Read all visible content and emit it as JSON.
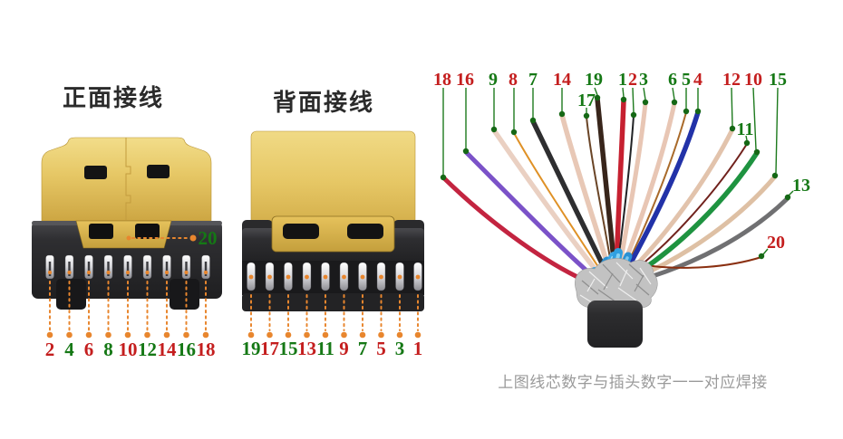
{
  "front_connector": {
    "title": "正面接线",
    "pin20": {
      "label": "20",
      "color": "green"
    },
    "pin_numbers": [
      {
        "label": "2",
        "color": "red"
      },
      {
        "label": "4",
        "color": "green"
      },
      {
        "label": "6",
        "color": "red"
      },
      {
        "label": "8",
        "color": "green"
      },
      {
        "label": "10",
        "color": "red"
      },
      {
        "label": "12",
        "color": "green"
      },
      {
        "label": "14",
        "color": "red"
      },
      {
        "label": "16",
        "color": "green"
      },
      {
        "label": "18",
        "color": "red"
      }
    ]
  },
  "back_connector": {
    "title": "背面接线",
    "pin_numbers": [
      {
        "label": "19",
        "color": "green"
      },
      {
        "label": "17",
        "color": "red"
      },
      {
        "label": "15",
        "color": "green"
      },
      {
        "label": "13",
        "color": "red"
      },
      {
        "label": "11",
        "color": "green"
      },
      {
        "label": "9",
        "color": "red"
      },
      {
        "label": "7",
        "color": "green"
      },
      {
        "label": "5",
        "color": "red"
      },
      {
        "label": "3",
        "color": "green"
      },
      {
        "label": "1",
        "color": "red"
      }
    ]
  },
  "cable": {
    "caption": "上图线芯数字与插头数字一一对应焊接",
    "wires": [
      {
        "label": "18",
        "label_color": "red",
        "wire_color": "#c32440",
        "gauge": "thick"
      },
      {
        "label": "16",
        "label_color": "red",
        "wire_color": "#7b52c8",
        "gauge": "thick"
      },
      {
        "label": "9",
        "label_color": "green",
        "wire_color": "#ead0c2",
        "gauge": "thick"
      },
      {
        "label": "8",
        "label_color": "red",
        "wire_color": "#df9126",
        "gauge": "thin"
      },
      {
        "label": "7",
        "label_color": "green",
        "wire_color": "#2e2e30",
        "gauge": "thick"
      },
      {
        "label": "14",
        "label_color": "red",
        "wire_color": "#e8c8b6",
        "gauge": "thick"
      },
      {
        "label": "17",
        "label_color": "green",
        "wire_color": "#6a4527",
        "gauge": "thin"
      },
      {
        "label": "19",
        "label_color": "green",
        "wire_color": "#38251b",
        "gauge": "thick"
      },
      {
        "label": "1",
        "label_color": "green",
        "wire_color": "#c62030",
        "gauge": "thick"
      },
      {
        "label": "2",
        "label_color": "red",
        "wire_color": "#222326",
        "gauge": "thin"
      },
      {
        "label": "3",
        "label_color": "green",
        "wire_color": "#e8c6b4",
        "gauge": "thick"
      },
      {
        "label": "6",
        "label_color": "green",
        "wire_color": "#e8c6b4",
        "gauge": "thick"
      },
      {
        "label": "5",
        "label_color": "green",
        "wire_color": "#a96a2a",
        "gauge": "thin"
      },
      {
        "label": "4",
        "label_color": "red",
        "wire_color": "#2232a8",
        "gauge": "thick"
      },
      {
        "label": "12",
        "label_color": "red",
        "wire_color": "#e2c3ac",
        "gauge": "thick"
      },
      {
        "label": "11",
        "label_color": "green",
        "wire_color": "#70211c",
        "gauge": "thin"
      },
      {
        "label": "10",
        "label_color": "red",
        "wire_color": "#1e9340",
        "gauge": "thick"
      },
      {
        "label": "15",
        "label_color": "green",
        "wire_color": "#dec0a4",
        "gauge": "thick"
      },
      {
        "label": "13",
        "label_color": "green",
        "wire_color": "#707072",
        "gauge": "thick"
      },
      {
        "label": "20",
        "label_color": "red",
        "wire_color": "#8a2f10",
        "gauge": "thin"
      }
    ]
  },
  "colors": {
    "number_red": "#c41e1e",
    "number_green": "#157815",
    "annotation_orange": "#e8862e",
    "indicator_green": "#1d7a1d",
    "connector_gold": "#e6c765",
    "connector_black": "#28282a",
    "cable_jacket": "#2c2c2e",
    "shield_braid": "#c2c2c2",
    "foil_blue": "#2f9fe0"
  }
}
